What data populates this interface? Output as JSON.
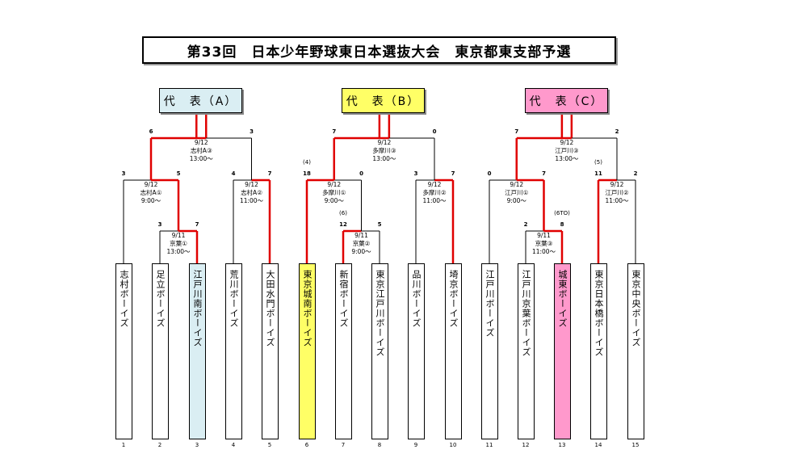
{
  "title": "第33回　日本少年野球東日本選抜大会　東京都東支部予選",
  "groups": [
    {
      "id": "A",
      "label": "代　表（A）",
      "color": "#daeef3"
    },
    {
      "id": "B",
      "label": "代　表（B）",
      "color": "#ffff66"
    },
    {
      "id": "C",
      "label": "代　表（C）",
      "color": "#ff99cc"
    }
  ],
  "colors": {
    "winner_line": "#e00000",
    "line": "#000000"
  },
  "teams": [
    {
      "num": "1",
      "name": "志村ボーイズ",
      "color": "#ffffff"
    },
    {
      "num": "2",
      "name": "足立ボーイズ",
      "color": "#ffffff"
    },
    {
      "num": "3",
      "name": "江戸川南ボーイズ",
      "color": "#daeef3"
    },
    {
      "num": "4",
      "name": "荒川ボーイズ",
      "color": "#ffffff"
    },
    {
      "num": "5",
      "name": "大田水門ボーイズ",
      "color": "#ffffff"
    },
    {
      "num": "6",
      "name": "東京城南ボーイズ",
      "color": "#ffff66"
    },
    {
      "num": "7",
      "name": "新宿ボーイズ",
      "color": "#ffffff"
    },
    {
      "num": "8",
      "name": "東京江戸川ボーイズ",
      "color": "#ffffff"
    },
    {
      "num": "9",
      "name": "品川ボーイズ",
      "color": "#ffffff"
    },
    {
      "num": "10",
      "name": "埼京ボーイズ",
      "color": "#ffffff"
    },
    {
      "num": "11",
      "name": "江戸川ボーイズ",
      "color": "#ffffff"
    },
    {
      "num": "12",
      "name": "江戸川京葉ボーイズ",
      "color": "#ffffff"
    },
    {
      "num": "13",
      "name": "城東ボーイズ",
      "color": "#ff99cc"
    },
    {
      "num": "14",
      "name": "東京日本橋ボーイズ",
      "color": "#ffffff"
    },
    {
      "num": "15",
      "name": "東京中央ボーイズ",
      "color": "#ffffff"
    }
  ],
  "matches": {
    "a1": {
      "date": "9/11",
      "venue": "京葉①",
      "time": "13:00～",
      "score_left": "3",
      "score_right": "7",
      "winner": "right"
    },
    "a2": {
      "date": "9/12",
      "venue": "志村A①",
      "time": "9:00～",
      "score_left": "3",
      "score_right": "5",
      "winner": "right"
    },
    "a3": {
      "date": "9/12",
      "venue": "志村A②",
      "time": "11:00～",
      "score_left": "4",
      "score_right": "7",
      "winner": "right"
    },
    "a4": {
      "date": "9/12",
      "venue": "志村A③",
      "time": "13:00～",
      "score_left": "6",
      "score_right": "3",
      "winner": "left"
    },
    "b1": {
      "date": "9/11",
      "venue": "京葉②",
      "time": "9:00～",
      "score_left": "12",
      "score_right": "5",
      "winner": "left",
      "note_left": "(6)"
    },
    "b2": {
      "date": "9/12",
      "venue": "多摩川①",
      "time": "9:00～",
      "score_left": "18",
      "score_right": "0",
      "winner": "left",
      "note_left": "(4)"
    },
    "b3": {
      "date": "9/12",
      "venue": "多摩川②",
      "time": "11:00～",
      "score_left": "3",
      "score_right": "7",
      "winner": "right"
    },
    "b4": {
      "date": "9/12",
      "venue": "多摩川③",
      "time": "13:00～",
      "score_left": "7",
      "score_right": "0",
      "winner": "left"
    },
    "c1": {
      "date": "9/11",
      "venue": "京葉③",
      "time": "11:00～",
      "score_left": "2",
      "score_right": "8",
      "winner": "right",
      "note_right": "(6TO)"
    },
    "c2": {
      "date": "9/12",
      "venue": "江戸川①",
      "time": "9:00～",
      "score_left": "0",
      "score_right": "7",
      "winner": "right"
    },
    "c3": {
      "date": "9/12",
      "venue": "江戸川②",
      "time": "11:00～",
      "score_left": "11",
      "score_right": "2",
      "winner": "left",
      "note_left": "(5)"
    },
    "c4": {
      "date": "9/12",
      "venue": "江戸川③",
      "time": "13:00～",
      "score_left": "7",
      "score_right": "2",
      "winner": "left"
    }
  }
}
